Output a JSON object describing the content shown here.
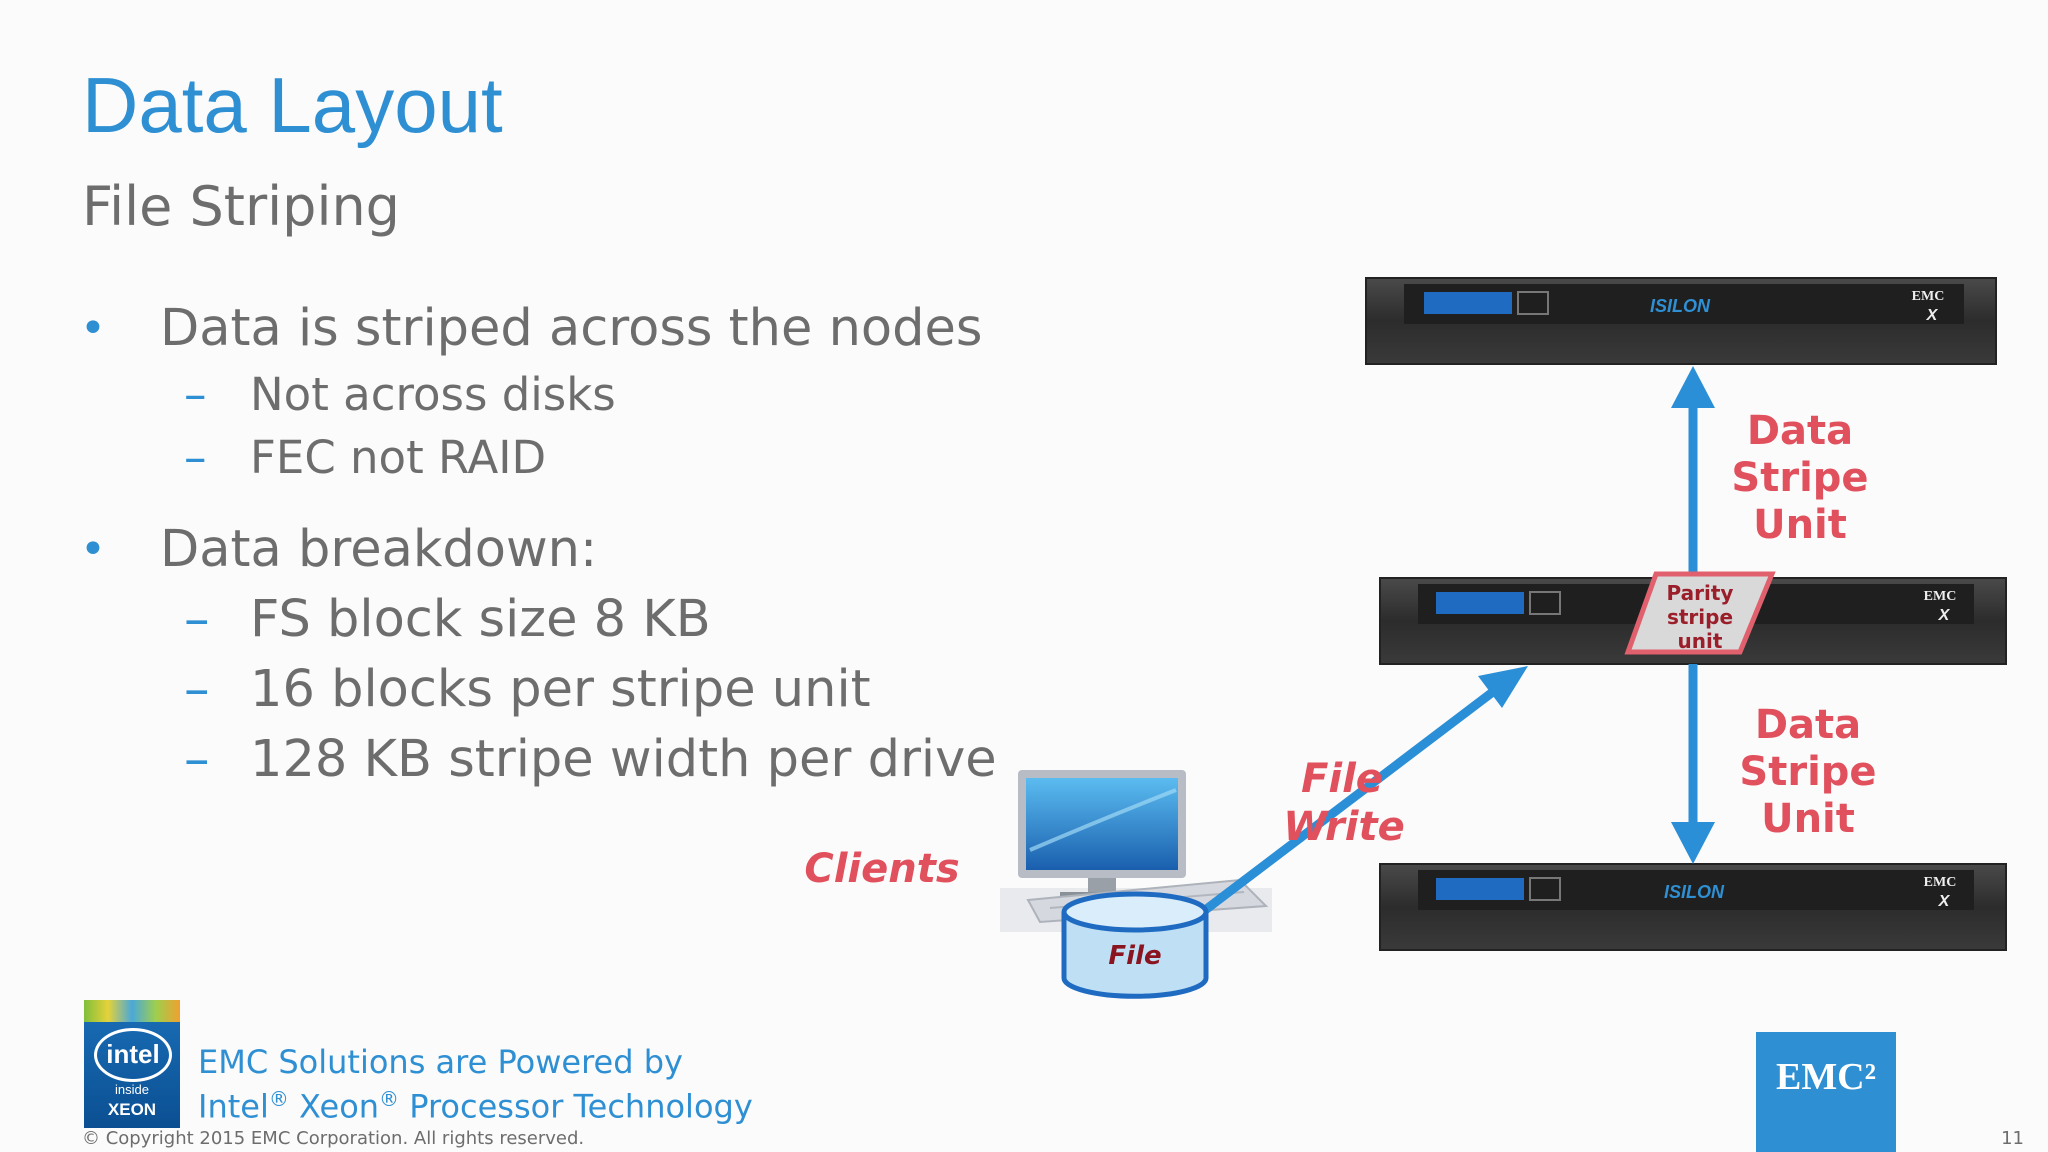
{
  "slide": {
    "title": "Data Layout",
    "subtitle": "File Striping",
    "bullets": [
      {
        "text": "Data is striped across the nodes",
        "sub": [
          "Not across disks",
          "FEC not RAID"
        ]
      },
      {
        "text": "Data breakdown:",
        "sub": [
          "FS block size 8 KB",
          "16 blocks per stripe unit",
          "128 KB stripe width per drive"
        ]
      }
    ],
    "bullet_symbol": "•",
    "dash_symbol": "–"
  },
  "diagram": {
    "clients_label": "Clients",
    "file_label": "File",
    "file_write_label": [
      "File",
      "Write"
    ],
    "parity_label": [
      "Parity",
      "stripe",
      "unit"
    ],
    "data_stripe_top": [
      "Data",
      "Stripe",
      "Unit"
    ],
    "data_stripe_bottom": [
      "Data",
      "Stripe",
      "Unit"
    ],
    "node_brand": "EMC",
    "node_model": "X",
    "node_logo": "ISILON",
    "arrow_color": "#2b8fd8",
    "label_color": "#e0505d"
  },
  "footer": {
    "powered_line1": "EMC Solutions are Powered by",
    "powered_line2_parts": [
      "Intel",
      "®",
      " Xeon",
      "®",
      " Processor Technology"
    ],
    "copyright": "© Copyright 2015 EMC Corporation. All rights reserved.",
    "page_number": "11",
    "intel_badge": {
      "logo": "intel",
      "inside": "inside",
      "xeon": "XEON"
    },
    "emc_logo": "EMC²"
  }
}
